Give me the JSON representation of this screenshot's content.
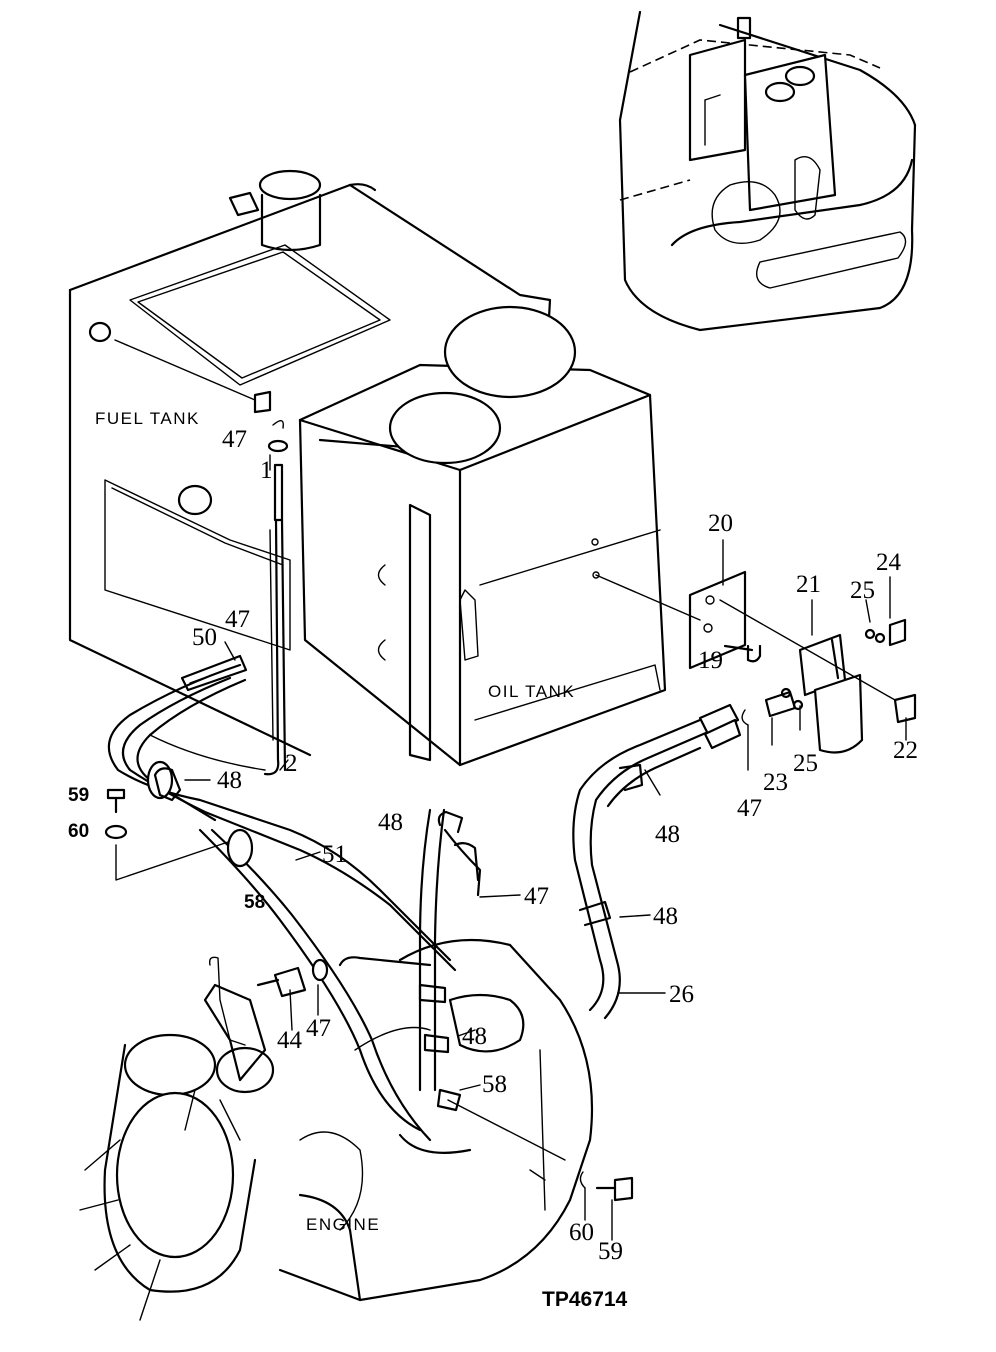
{
  "labels": {
    "fuel_tank": "FUEL TANK",
    "oil_tank": "OIL TANK",
    "engine": "ENGINE",
    "figure_ref": "TP46714"
  },
  "callouts": {
    "c1": "1",
    "c2": "2",
    "c19": "19",
    "c20": "20",
    "c21": "21",
    "c22": "22",
    "c23": "23",
    "c24": "24",
    "c25a": "25",
    "c25b": "25",
    "c26": "26",
    "c44": "44",
    "c47a": "47",
    "c47b": "47",
    "c47c": "47",
    "c47d": "47",
    "c47e": "47",
    "c48a": "48",
    "c48b": "48",
    "c48c": "48",
    "c48d": "48",
    "c48e": "48",
    "c50": "50",
    "c51": "51",
    "c58a": "58",
    "c58b": "58",
    "c59a": "59",
    "c59b": "59",
    "c60a": "60",
    "c60b": "60"
  }
}
